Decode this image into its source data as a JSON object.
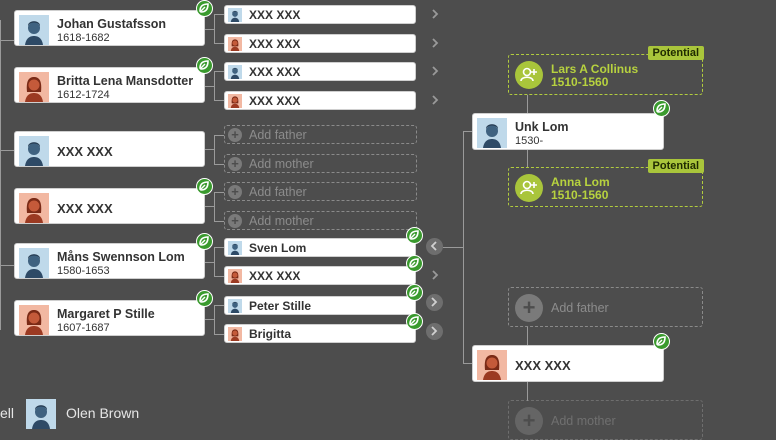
{
  "colors": {
    "background": "#4d4d4d",
    "potential_accent": "#b7d23f",
    "hint_green": "#3a9a2e",
    "male_avatar_bg": "#bfd9ea",
    "female_avatar_bg": "#f2b8a2"
  },
  "left_column": [
    {
      "name": "Johan Gustafsson",
      "lifespan": "1618-1682",
      "gender": "male",
      "hint": true
    },
    {
      "name": "Britta Lena Mansdotter",
      "lifespan": "1612-1724",
      "gender": "female",
      "hint": true
    },
    {
      "name": "XXX XXX",
      "lifespan": "",
      "gender": "male",
      "hint": false
    },
    {
      "name": "XXX XXX",
      "lifespan": "",
      "gender": "female",
      "hint": true
    },
    {
      "name": "Måns Swennson Lom",
      "lifespan": "1580-1653",
      "gender": "male",
      "hint": true
    },
    {
      "name": "Margaret P Stille",
      "lifespan": "1607-1687",
      "gender": "female",
      "hint": true
    }
  ],
  "parents_column": [
    {
      "name": "XXX XXX",
      "gender": "male"
    },
    {
      "name": "XXX XXX",
      "gender": "female"
    },
    {
      "name": "XXX XXX",
      "gender": "male"
    },
    {
      "name": "XXX XXX",
      "gender": "female"
    },
    {
      "add": "Add father"
    },
    {
      "add": "Add mother"
    },
    {
      "add": "Add father"
    },
    {
      "add": "Add mother"
    },
    {
      "name": "Sven Lom",
      "gender": "male"
    },
    {
      "name": "XXX XXX",
      "gender": "female"
    },
    {
      "name": "Peter Stille",
      "gender": "male"
    },
    {
      "name": "Brigitta",
      "gender": "female"
    }
  ],
  "right_column": {
    "potential_father": {
      "name": "Lars A Collinus",
      "lifespan": "1510-1560",
      "badge": "Potential"
    },
    "person": {
      "name": "Unk Lom",
      "lifespan": "1530-"
    },
    "potential_mother": {
      "name": "Anna Lom",
      "lifespan": "1510-1560",
      "badge": "Potential"
    },
    "add_father": "Add father",
    "second_person": {
      "name": "XXX XXX"
    },
    "add_mother": "Add mother"
  },
  "bottom_row": {
    "partial_text": "ell",
    "name": "Olen Brown"
  },
  "icons": {
    "hint": "leaf-hint-icon",
    "expand": "chevron-right-icon",
    "collapse": "chevron-left-icon",
    "add": "plus-icon",
    "add_person": "add-person-icon"
  }
}
